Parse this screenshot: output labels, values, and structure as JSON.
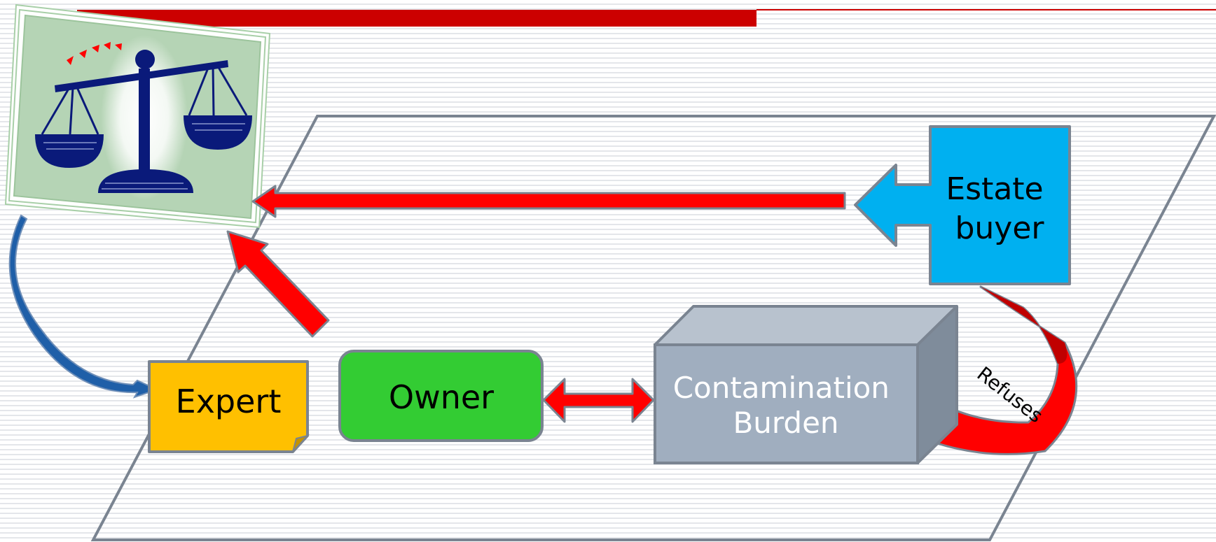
{
  "diagram": {
    "estate_buyer": "Estate\nbuyer",
    "expert": "Expert",
    "owner": "Owner",
    "contamination": "Contamination\nBurden",
    "refuses": "Refuses"
  },
  "colors": {
    "accent_red": "#cc0000",
    "arrow_red": "#ff0000",
    "estate_buyer_fill": "#00b0f0",
    "expert_fill": "#ffc000",
    "owner_fill": "#33cc33",
    "box_front": "#a0aebf",
    "box_top": "#b8c2ce",
    "box_side": "#7f8c9b",
    "outline": "#7a8491",
    "scale_navy": "#0a1a7a",
    "scale_bg": "#b5d4b5"
  },
  "icons": {
    "justice": "scales-of-justice-icon"
  }
}
